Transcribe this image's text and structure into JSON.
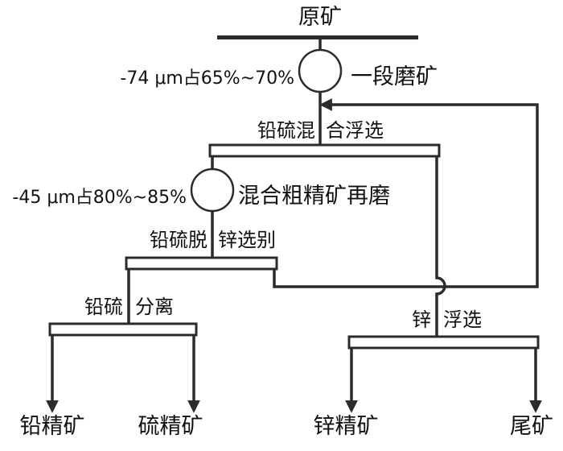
{
  "colors": {
    "line": "#2b2b2b",
    "text": "#111111",
    "background": "#ffffff"
  },
  "nodes": {
    "raw_ore": "原矿",
    "primary_grinding": "一段磨矿",
    "grind_spec_1": "-74 μm占65%~70%",
    "bulk_flotation_left": "铅硫混",
    "bulk_flotation_right": "合浮选",
    "regrind_spec": "-45 μm占80%~85%",
    "regrinding": "混合粗精矿再磨",
    "separation_left": "铅硫脱",
    "separation_right": "锌选别",
    "pb_s_separation_left": "铅硫",
    "pb_s_separation_right": "分离",
    "zinc_flotation_left": "锌",
    "zinc_flotation_right": "浮选",
    "lead_concentrate": "铅精矿",
    "sulfur_concentrate": "硫精矿",
    "zinc_concentrate": "锌精矿",
    "tailings": "尾矿"
  }
}
